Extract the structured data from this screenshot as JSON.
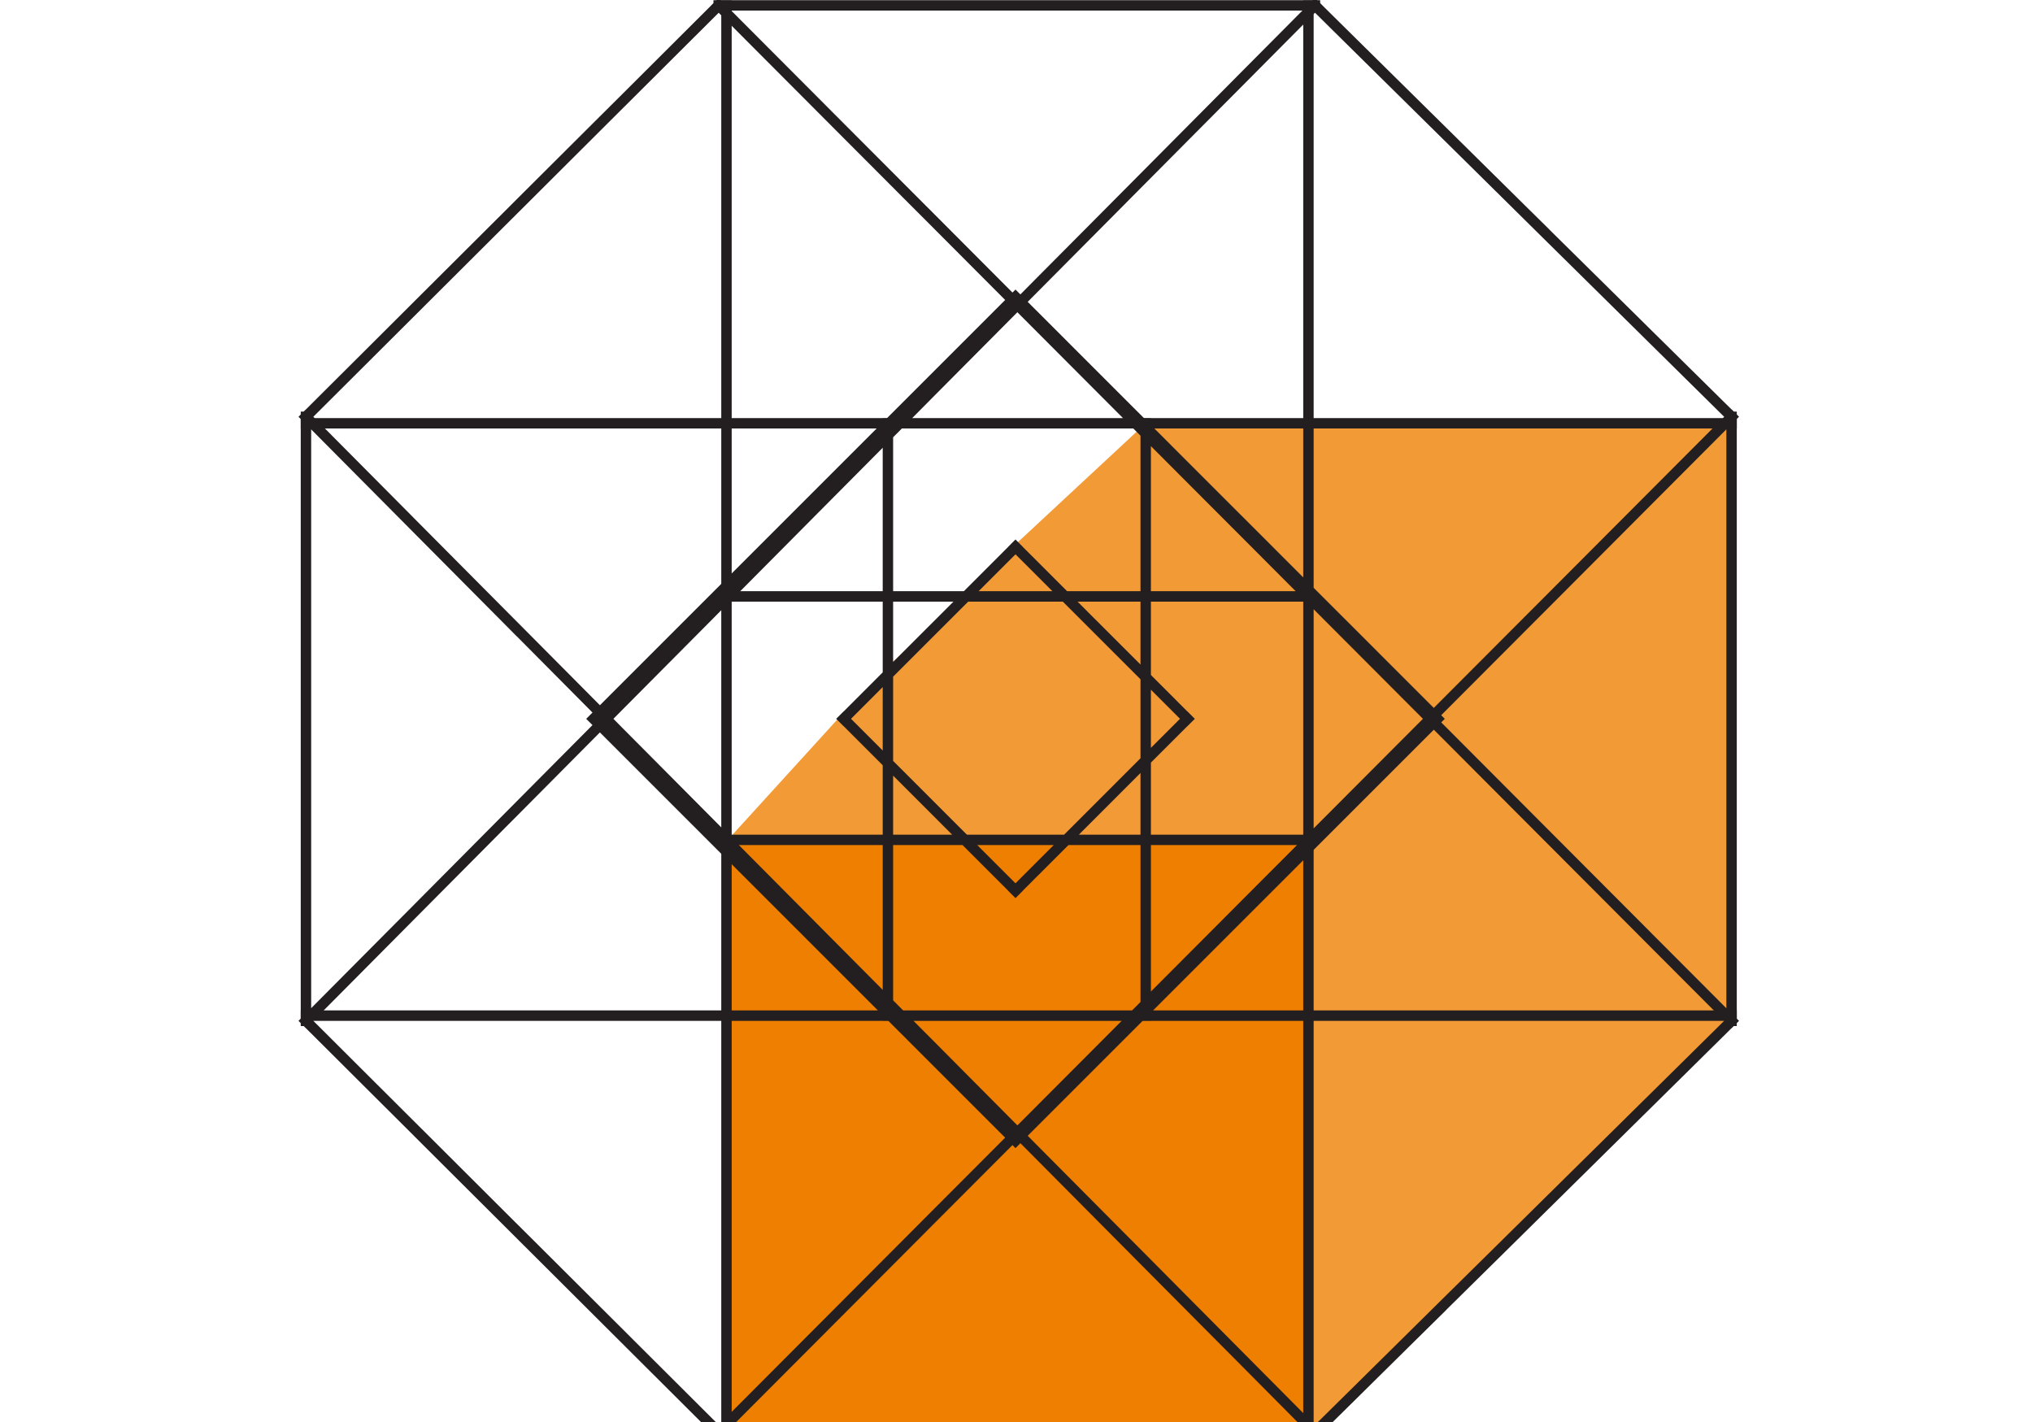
{
  "diagram": {
    "kind": "octagonal-tiling-puzzle",
    "colors": {
      "frame": "#231f20",
      "background": "#ffffff",
      "light_orange": "#f29a36",
      "dark_orange": "#ef7f00",
      "empty": "#ffffff"
    },
    "tile_groups": [
      {
        "name": "unfilled",
        "color": "#ffffff"
      },
      {
        "name": "light-orange-region",
        "color": "#f29a36"
      },
      {
        "name": "dark-orange-region",
        "color": "#ef7f00"
      }
    ]
  }
}
